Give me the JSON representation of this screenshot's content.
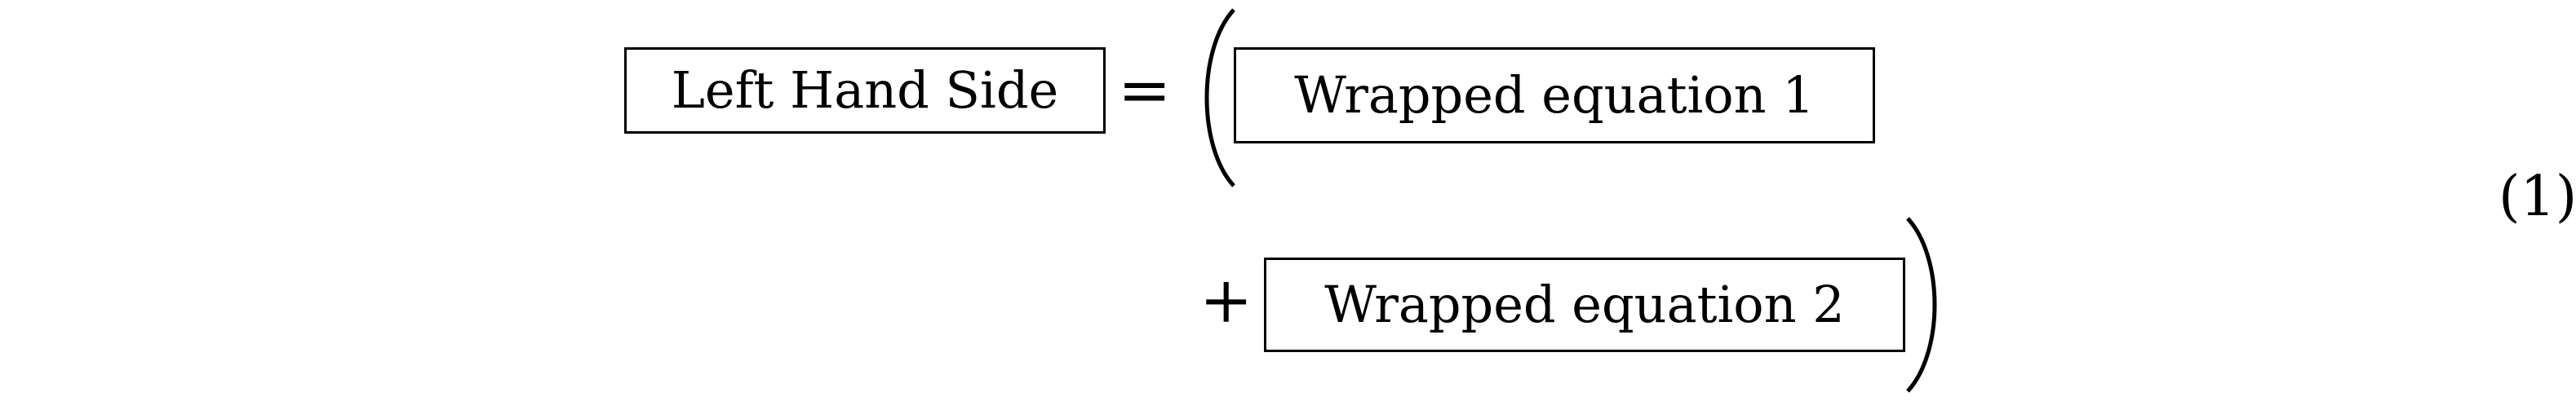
{
  "equation": {
    "lhs_label": "Left Hand Side",
    "equals": "=",
    "line1_label": "Wrapped equation 1",
    "plus": "+",
    "line2_label": "Wrapped equation 2",
    "number": "(1)"
  }
}
